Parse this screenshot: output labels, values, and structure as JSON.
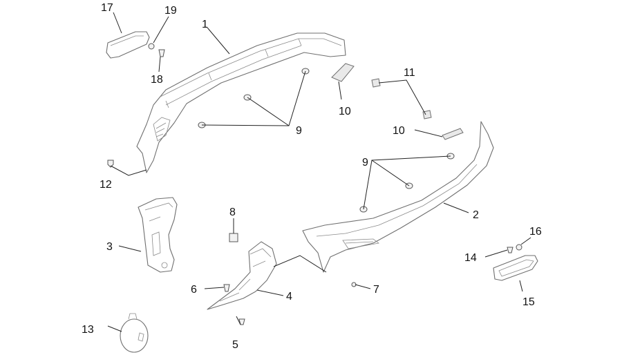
{
  "callouts": {
    "c1": "1",
    "c2": "2",
    "c3": "3",
    "c4": "4",
    "c5": "5",
    "c6": "6",
    "c7": "7",
    "c8": "8",
    "c9a": "9",
    "c9b": "9",
    "c10a": "10",
    "c10b": "10",
    "c11": "11",
    "c12": "12",
    "c13": "13",
    "c14": "14",
    "c15": "15",
    "c16": "16",
    "c17": "17",
    "c18": "18",
    "c19": "19"
  }
}
